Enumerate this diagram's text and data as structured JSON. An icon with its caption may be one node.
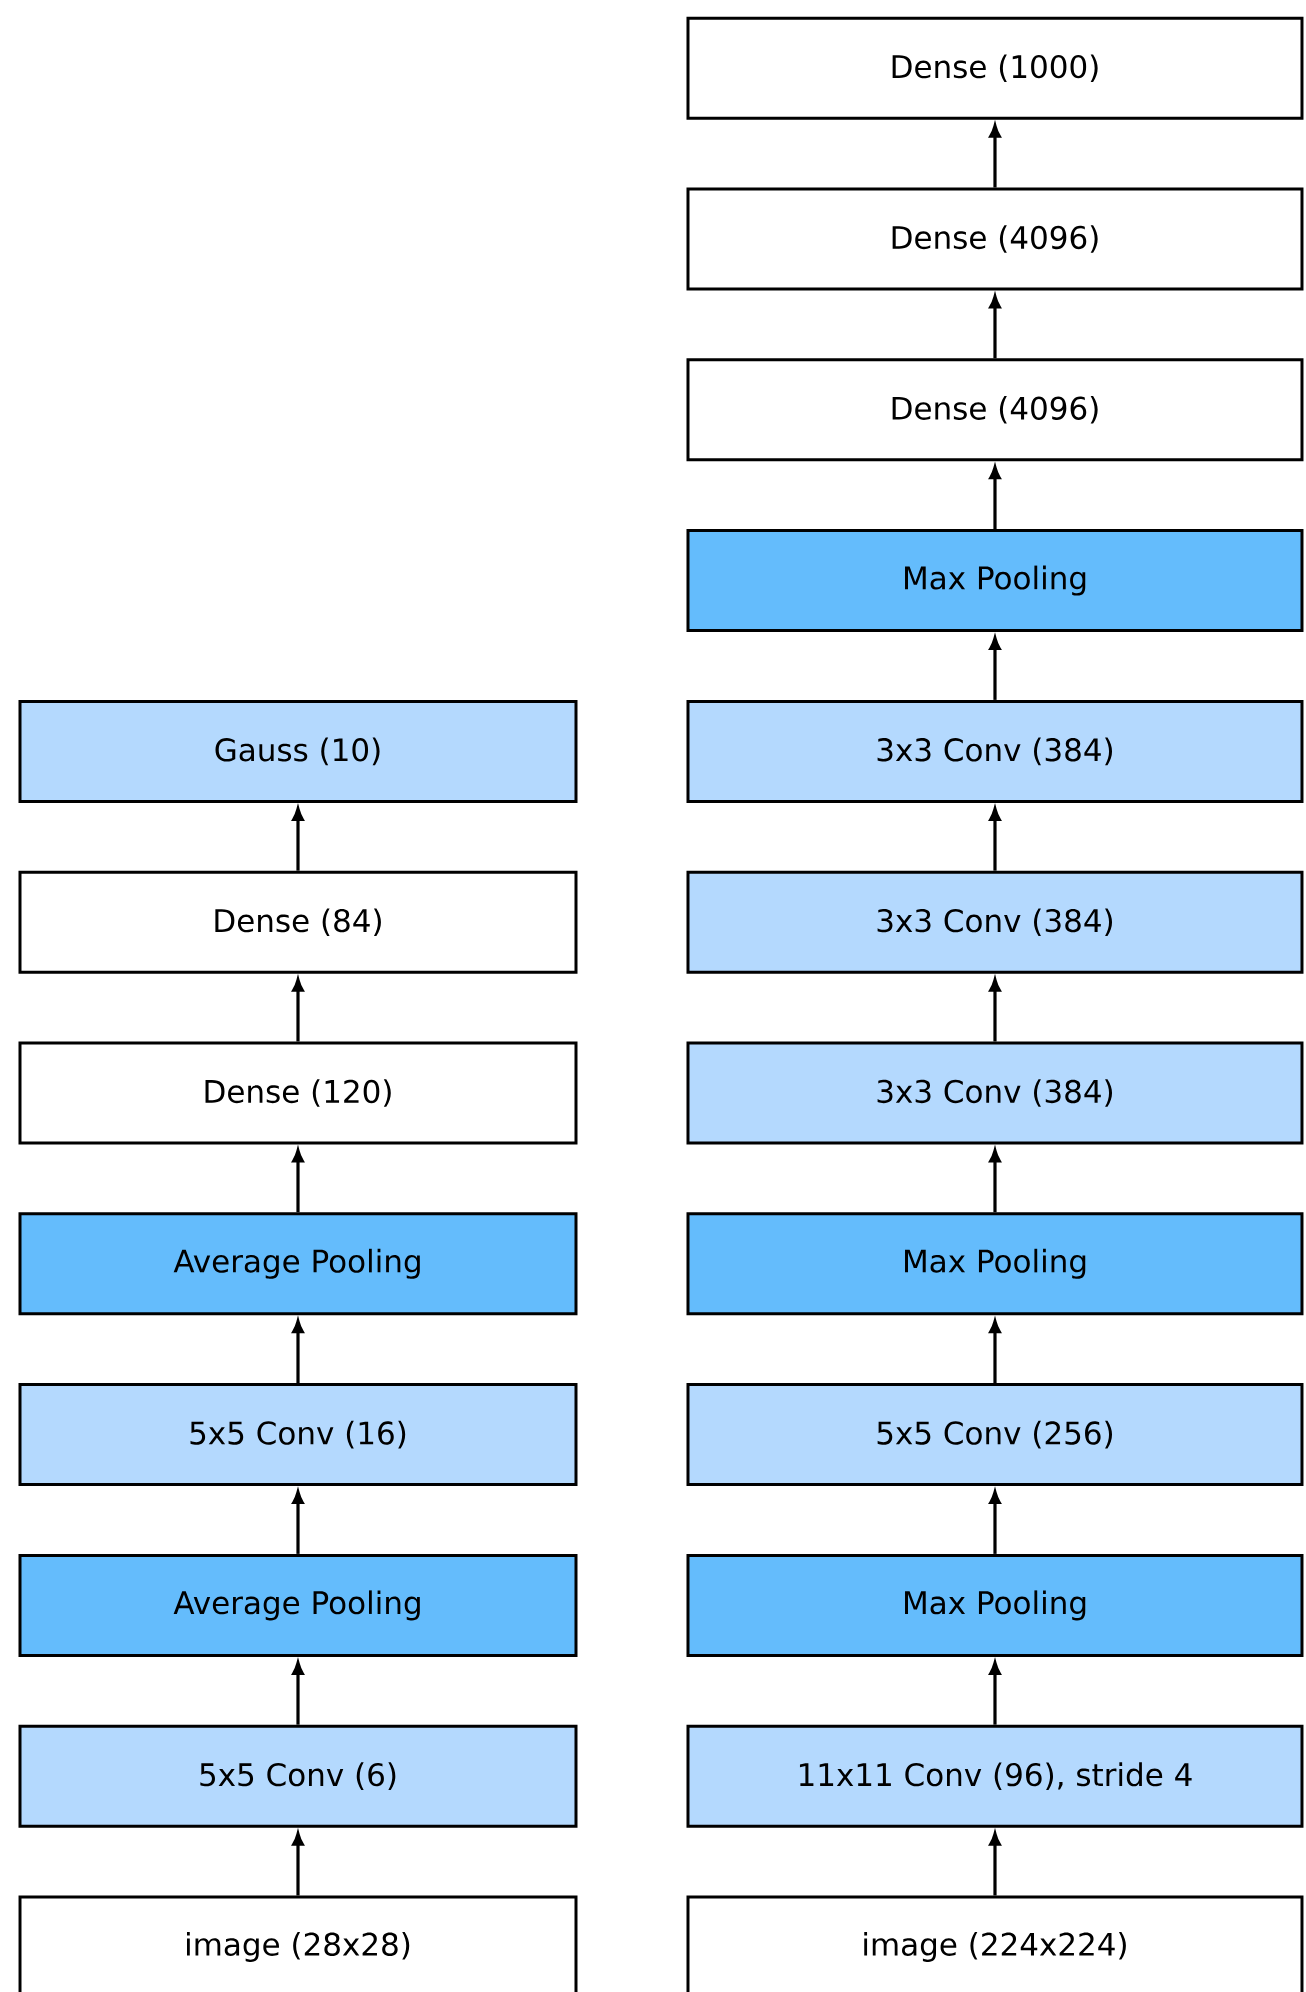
{
  "diagram": {
    "nodes": [
      {
        "text": [
          "image (28x28)"
        ]
      },
      {
        "text": [
          "5x5 Conv (6)"
        ]
      },
      {
        "text": [
          "Average Pooling"
        ]
      },
      {
        "text": [
          "5x5 Conv (16)"
        ]
      },
      {
        "text": [
          "Average Pooling"
        ]
      },
      {
        "text": [
          "Dense (120)"
        ]
      },
      {
        "text": [
          "Dense (84)"
        ]
      },
      {
        "text": [
          "Gauss (10)"
        ]
      },
      {
        "text": [
          "image (224x224)"
        ]
      },
      {
        "text": [
          "11x11 Conv (96), stride 4"
        ]
      },
      {
        "text": [
          "Max Pooling"
        ]
      },
      {
        "text": [
          "5x5 Conv (256)"
        ]
      },
      {
        "text": [
          "Max Pooling"
        ]
      },
      {
        "text": [
          "3x3 Conv (384)"
        ]
      },
      {
        "text": [
          "3x3 Conv (384)"
        ]
      },
      {
        "text": [
          "3x3 Conv (384)"
        ]
      },
      {
        "text": [
          "Max Pooling"
        ]
      },
      {
        "text": [
          "Dense (4096)"
        ]
      },
      {
        "text": [
          "Dense (4096)"
        ]
      },
      {
        "text": [
          "Dense (1000)"
        ]
      }
    ],
    "edges": [
      {
        "from": 0,
        "to": 1,
        "arrow": "to"
      },
      {
        "from": 1,
        "to": 2,
        "arrow": "to"
      },
      {
        "from": 2,
        "to": 3,
        "arrow": "to"
      },
      {
        "from": 3,
        "to": 4,
        "arrow": "to"
      },
      {
        "from": 4,
        "to": 5,
        "arrow": "to"
      },
      {
        "from": 5,
        "to": 6,
        "arrow": "to"
      },
      {
        "from": 6,
        "to": 7,
        "arrow": "to"
      },
      {
        "from": 8,
        "to": 9,
        "arrow": "to"
      },
      {
        "from": 9,
        "to": 10,
        "arrow": "to"
      },
      {
        "from": 10,
        "to": 11,
        "arrow": "to"
      },
      {
        "from": 11,
        "to": 12,
        "arrow": "to"
      },
      {
        "from": 12,
        "to": 13,
        "arrow": "to"
      },
      {
        "from": 13,
        "to": 14,
        "arrow": "to"
      },
      {
        "from": 14,
        "to": 15,
        "arrow": "to"
      },
      {
        "from": 15,
        "to": 16,
        "arrow": "to"
      },
      {
        "from": 16,
        "to": 17,
        "arrow": "to"
      },
      {
        "from": 17,
        "to": 18,
        "arrow": "to"
      },
      {
        "from": 18,
        "to": 19,
        "arrow": "to"
      }
    ]
  }
}
